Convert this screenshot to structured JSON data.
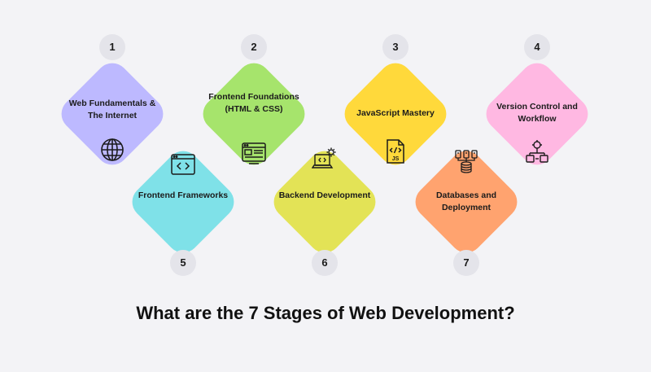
{
  "title": "What are the 7 Stages of Web Development?",
  "stages": [
    {
      "number": "1",
      "label": "Web Fundamentals & The Internet",
      "icon": "globe-icon",
      "color": "#bdb9ff"
    },
    {
      "number": "2",
      "label": "Frontend Foundations (HTML & CSS)",
      "icon": "browser-window-icon",
      "color": "#a6e46c"
    },
    {
      "number": "3",
      "label": "JavaScript Mastery",
      "icon": "js-file-icon",
      "color": "#ffd93b"
    },
    {
      "number": "4",
      "label": "Version Control and Workflow",
      "icon": "workflow-icon",
      "color": "#ffb8e2"
    },
    {
      "number": "5",
      "label": "Frontend Frameworks",
      "icon": "code-window-icon",
      "color": "#7fe1e8"
    },
    {
      "number": "6",
      "label": "Backend Development",
      "icon": "laptop-gear-icon",
      "color": "#e3e356"
    },
    {
      "number": "7",
      "label": "Databases and Deployment",
      "icon": "database-servers-icon",
      "color": "#ffa36f"
    }
  ]
}
